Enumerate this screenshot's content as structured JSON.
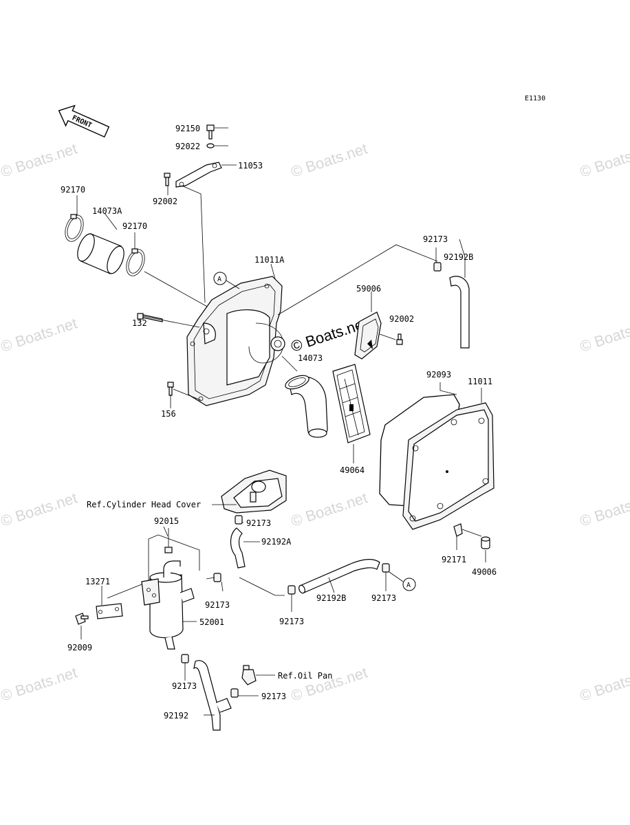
{
  "diagram": {
    "code": "E1130",
    "front_marker": "FRONT",
    "reference_letter": "A",
    "watermark": "© Boats.net",
    "labels": {
      "p92150": "92150",
      "p92022": "92022",
      "p11053": "11053",
      "p92002_top": "92002",
      "p92170_a": "92170",
      "p14073A": "14073A",
      "p92170_b": "92170",
      "p11011A": "11011A",
      "p92173_top": "92173",
      "p92192B_top": "92192B",
      "p59006": "59006",
      "p92002_mid": "92002",
      "p132": "132",
      "p14073": "14073",
      "p156": "156",
      "p92093": "92093",
      "p11011": "11011",
      "p49064": "49064",
      "ref_cyl_head": "Ref.Cylinder Head Cover",
      "p92173_head": "92173",
      "p92015": "92015",
      "p92192A": "92192A",
      "p92171": "92171",
      "p49006": "49006",
      "p13271": "13271",
      "p92173_tank": "92173",
      "p52001": "52001",
      "p92192B_bot": "92192B",
      "p92173_right": "92173",
      "p92173_mid": "92173",
      "p92009": "92009",
      "p92173_low": "92173",
      "ref_oil_pan": "Ref.Oil Pan",
      "p92173_oil": "92173",
      "p92192": "92192"
    }
  }
}
